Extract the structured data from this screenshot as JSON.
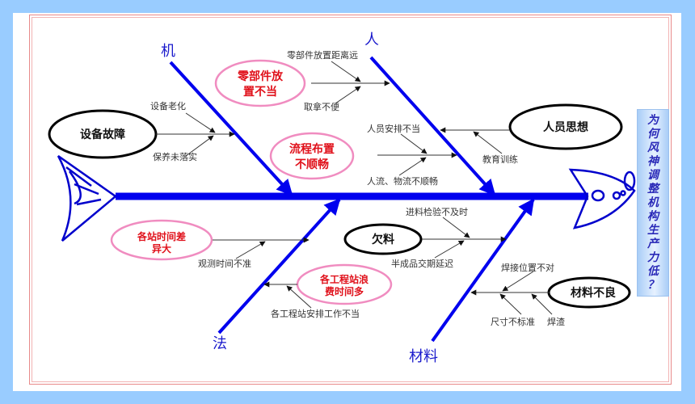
{
  "colors": {
    "background": "#99CCFF",
    "spine": "#0000EE",
    "frame_border": "#E88A8A",
    "effect_ellipse_black": "#000000",
    "effect_ellipse_pink": "#F08CC0",
    "red_text": "#E0101A",
    "category_text": "#1A1ACC"
  },
  "title": {
    "vertical_text": "为何风神调整机构生产力低？",
    "chars": [
      "为",
      "何",
      "风",
      "神",
      "调",
      "整",
      "机",
      "构",
      "生",
      "产",
      "力",
      "低",
      "？"
    ]
  },
  "categories": {
    "machine": "机",
    "man": "人",
    "method": "法",
    "material": "材料"
  },
  "causes": {
    "equipment_failure": {
      "label": "设备故障",
      "sub": [
        "设备老化",
        "保养未落实"
      ]
    },
    "parts_placement": {
      "label_line1": "零部件放",
      "label_line2": "置不当",
      "sub": [
        "零部件放置距离远",
        "取拿不便"
      ]
    },
    "process_layout": {
      "label_line1": "流程布置",
      "label_line2": "不顺畅",
      "sub": [
        "人员安排不当",
        "人流、物流不顺畅"
      ]
    },
    "staff_mindset": {
      "label": "人员思想",
      "sub": [
        "教育训练"
      ]
    },
    "station_time_diff": {
      "label_line1": "各站时间差",
      "label_line2": "异大",
      "sub": [
        "观测时间不准"
      ]
    },
    "station_waste": {
      "label_line1": "各工程站浪",
      "label_line2": "费时间多",
      "sub": [
        "各工程站安排工作不当"
      ]
    },
    "material_shortage": {
      "label": "欠料",
      "sub": [
        "进料检验不及时",
        "半成品交期延迟"
      ]
    },
    "bad_material": {
      "label": "材料不良",
      "sub": [
        "焊接位置不对",
        "尺寸不标准",
        "焊渣"
      ]
    }
  }
}
